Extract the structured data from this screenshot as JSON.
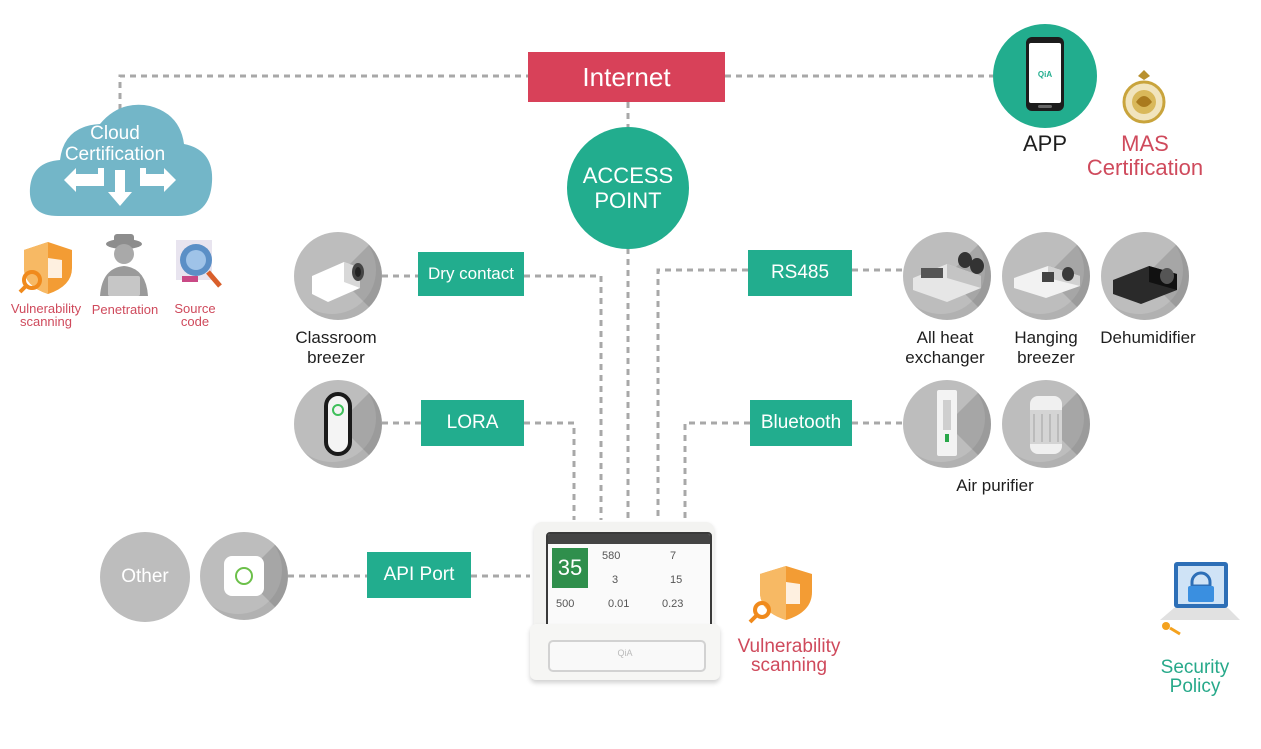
{
  "internet": "Internet",
  "access_point": [
    "ACCESS",
    "POINT"
  ],
  "cloud": {
    "line1": "Cloud",
    "line2": "Certification"
  },
  "security_tools": [
    {
      "name": "Vulnerability",
      "name2": "scanning"
    },
    {
      "name": "Penetration",
      "name2": ""
    },
    {
      "name": "Source",
      "name2": "code"
    }
  ],
  "app": {
    "label": "APP",
    "screen_logo": "QiA"
  },
  "mas": {
    "line1": "MAS",
    "line2": "Certification"
  },
  "interfaces": {
    "dry_contact": "Dry contact",
    "lora": "LORA",
    "rs485": "RS485",
    "bluetooth": "Bluetooth",
    "api_port": "API Port"
  },
  "devices": {
    "classroom_breezer": [
      "Classroom",
      "breezer"
    ],
    "all_heat_exchanger": [
      "All heat",
      "exchanger"
    ],
    "hanging_breezer": [
      "Hanging",
      "breezer"
    ],
    "dehumidifier": [
      "Dehumidifier"
    ],
    "air_purifier": [
      "Air purifier"
    ],
    "other": "Other"
  },
  "monitor": {
    "big_value": "35",
    "readings": [
      "580",
      "7",
      "3",
      "15",
      "500",
      "0.01",
      "0.23"
    ],
    "brand": "QiA"
  },
  "vuln_scan": [
    "Vulnerability",
    "scanning"
  ],
  "security_policy": [
    "Security",
    "Policy"
  ],
  "colors": {
    "teal": "#22ad8e",
    "red": "#d84159",
    "cloud": "#73b6c8",
    "grey": "#bdbdbd",
    "orange": "#f39c34"
  }
}
